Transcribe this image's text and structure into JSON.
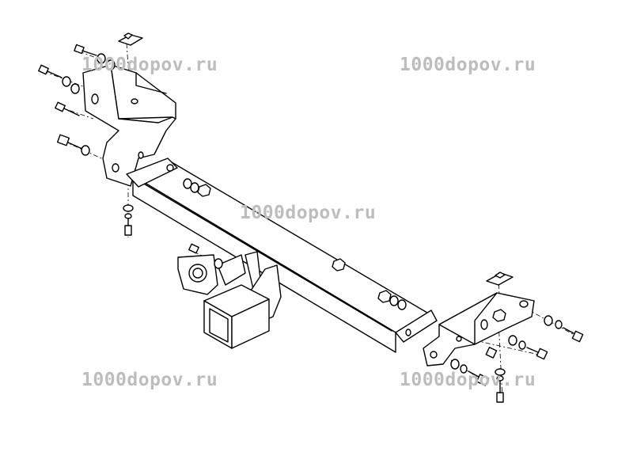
{
  "watermarks": [
    "1000dopov.ru",
    "1000dopov.ru",
    "1000dopov.ru",
    "1000dopov.ru",
    "1000dopov.ru"
  ],
  "colors": {
    "line": "#000000",
    "watermark": "#bdbdbd",
    "background": "#ffffff"
  },
  "parts": {
    "main": "towbar-crossbeam",
    "receiver": "square-hitch-receiver",
    "brackets": [
      "left-mounting-bracket",
      "right-mounting-bracket"
    ],
    "socket": "electrical-socket-plate",
    "fasteners": [
      "bolt",
      "washer",
      "lock-washer",
      "nut"
    ]
  }
}
